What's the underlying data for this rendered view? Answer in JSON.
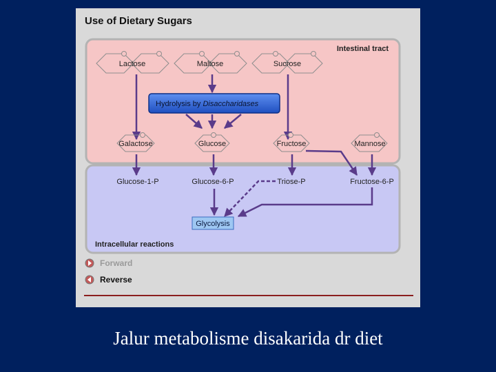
{
  "slide": {
    "caption": "Jalur metabolisme disakarida dr diet"
  },
  "figure": {
    "title": "Use of Dietary Sugars",
    "intestinal_panel_label": "Intestinal tract",
    "intracellular_panel_label": "Intracellular reactions",
    "disaccharides": [
      "Lactose",
      "Maltose",
      "Sucrose"
    ],
    "hydrolysis": {
      "prefix": "Hydrolysis by ",
      "enzyme": "Disaccharidases"
    },
    "monosaccharides": [
      "Galactose",
      "Glucose",
      "Fructose",
      "Mannose"
    ],
    "phosphates": [
      "Glucose-1-P",
      "Glucose-6-P",
      "Triose-P",
      "Fructose-6-P"
    ],
    "glycolysis_label": "Glycolysis",
    "controls": {
      "forward_label": "Forward",
      "reverse_label": "Reverse"
    }
  },
  "colors": {
    "slide_background": "#00205e",
    "intestinal_panel": "#f6c6c6",
    "intracellular_panel": "#c8c8f4",
    "arrow": "#5a3b8a",
    "hydrolysis_box": "#2d64d6",
    "glycolysis_box": "#9ec7f2",
    "bottom_rule": "#8b1e1e"
  }
}
